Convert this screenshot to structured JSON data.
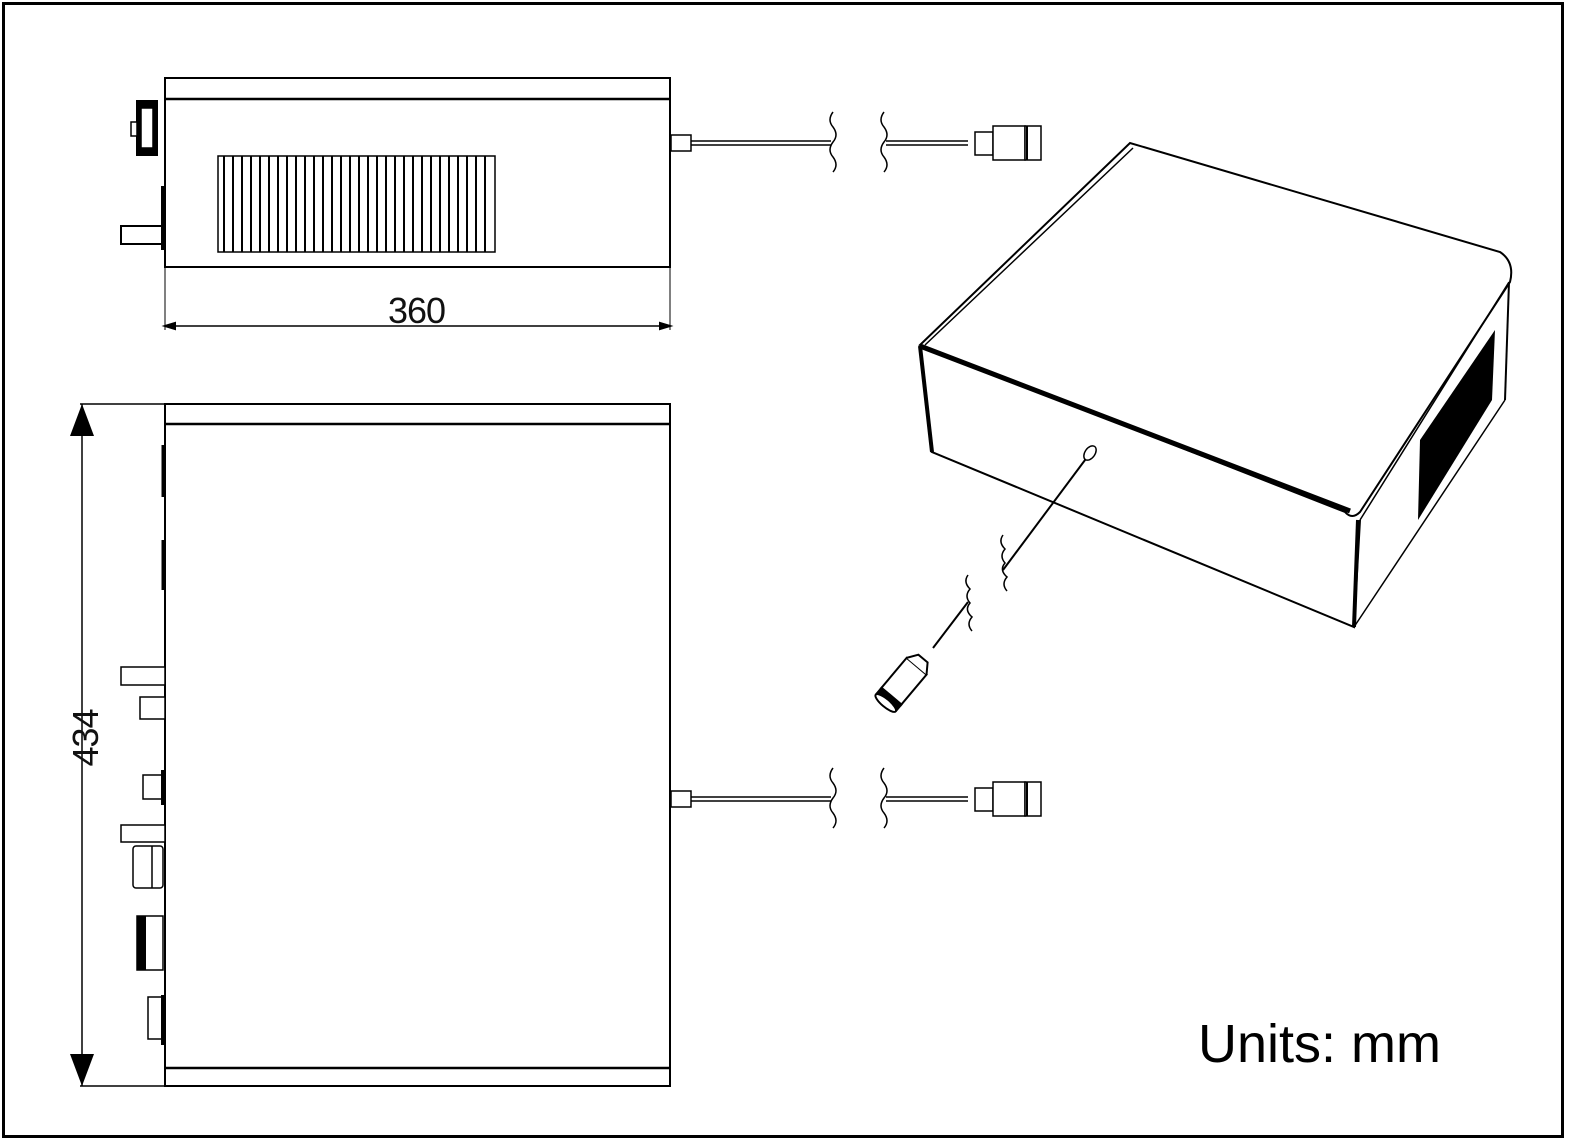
{
  "drawing": {
    "type": "technical-dimension-drawing",
    "views": [
      {
        "name": "side-view",
        "dimension_label": "360",
        "dimension_axis": "horizontal"
      },
      {
        "name": "top-view",
        "dimension_label": "434",
        "dimension_axis": "vertical"
      },
      {
        "name": "isometric-view"
      }
    ],
    "dimensions": {
      "width": "360",
      "depth": "434"
    },
    "units_label": "Units: mm",
    "colors": {
      "line": "#000000",
      "background": "#ffffff"
    }
  }
}
